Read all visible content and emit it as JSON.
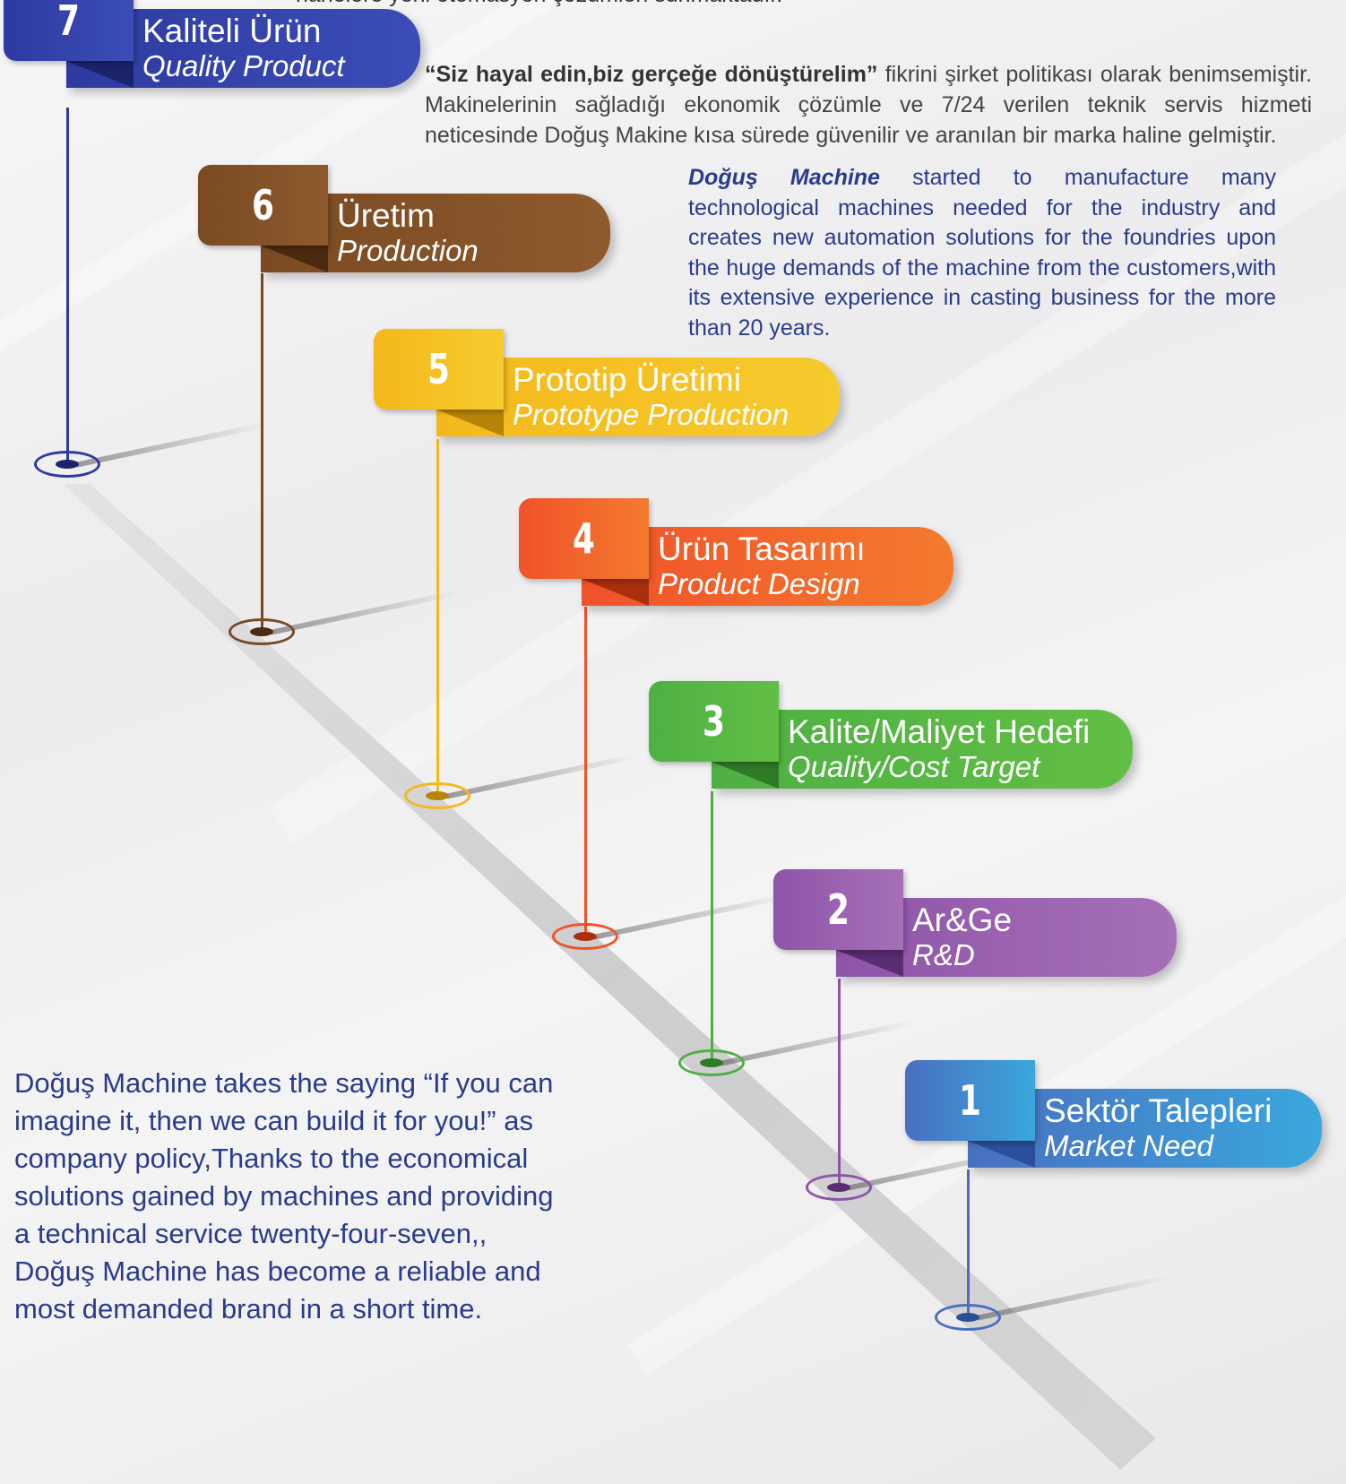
{
  "header_fragment": "hanelere yeni otomasyon çözümleri sunmaktadır.",
  "paragraph_tr": {
    "quote": "“Siz hayal edin,biz gerçeğe dönüştürelim”",
    "rest": " fikrini şirket politikası olarak benimsemiştir. Makinelerinin sağladığı ekonomik çözümle ve 7/24 verilen teknik servis hizmeti neticesinde Doğuş Makine kısa sürede güvenilir ve aranılan bir marka haline gelmiştir."
  },
  "paragraph_en": {
    "brand": "Doğuş Machine",
    "rest": " started to manufacture many technological machines needed for the industry and creates new automation solutions for the foundries upon the huge demands of the machine from the customers,with its extensive experience in casting business for the more than 20 years."
  },
  "paragraph_bottom": "Doğuş Machine takes the saying “If you can imagine it, then we can build it for you!” as company policy,Thanks to the economical solutions gained by machines and providing a technical service twenty-four-seven,, Doğuş Machine has become a reliable and most demanded brand in a short time.",
  "steps": [
    {
      "number": "7",
      "label_tr": "Kaliteli Ürün",
      "label_en": "Quality Product",
      "color": "#2e3a9f",
      "color_light": "#3c4db8",
      "color_dark": "#1b236a"
    },
    {
      "number": "6",
      "label_tr": "Üretim",
      "label_en": "Production",
      "color": "#7a4a22",
      "color_light": "#8f5a2d",
      "color_dark": "#4a2a10"
    },
    {
      "number": "5",
      "label_tr": "Prototip Üretimi",
      "label_en": "Prototype Production",
      "color": "#f4b81c",
      "color_light": "#f6cb2e",
      "color_dark": "#b88408"
    },
    {
      "number": "4",
      "label_tr": "Ürün Tasarımı",
      "label_en": "Product Design",
      "color": "#f0522a",
      "color_light": "#f47a2e",
      "color_dark": "#a8300f"
    },
    {
      "number": "3",
      "label_tr": "Kalite/Maliyet Hedefi",
      "label_en": "Quality/Cost Target",
      "color": "#4eb043",
      "color_light": "#62bf45",
      "color_dark": "#2f7a26"
    },
    {
      "number": "2",
      "label_tr": "Ar&Ge",
      "label_en": "R&D",
      "color": "#8e54a8",
      "color_light": "#a670b8",
      "color_dark": "#5a2c72"
    },
    {
      "number": "1",
      "label_tr": "Sektör Talepleri",
      "label_en": "Market Need",
      "color": "#4a6fc0",
      "color_light": "#3aa7dd",
      "color_dark": "#2b4f9a"
    }
  ]
}
